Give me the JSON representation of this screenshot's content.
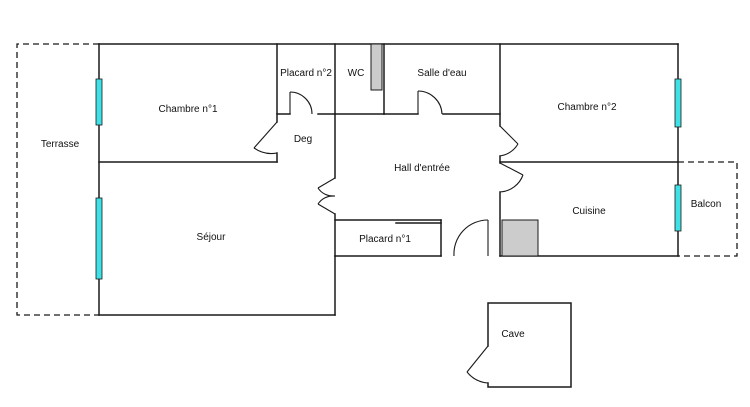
{
  "plan": {
    "rooms": {
      "terrasse": "Terrasse",
      "chambre1": "Chambre n°1",
      "placard2": "Placard n°2",
      "wc": "WC",
      "salle_eau": "Salle d'eau",
      "chambre2": "Chambre n°2",
      "deg": "Deg",
      "hall": "Hall d'entrée",
      "cuisine": "Cuisine",
      "balcon": "Balcon",
      "sejour": "Séjour",
      "placard1": "Placard n°1",
      "cave": "Cave"
    },
    "colors": {
      "window": "#3fe1e6",
      "fixture": "#cccccc",
      "wall": "#1a1a1a"
    }
  }
}
